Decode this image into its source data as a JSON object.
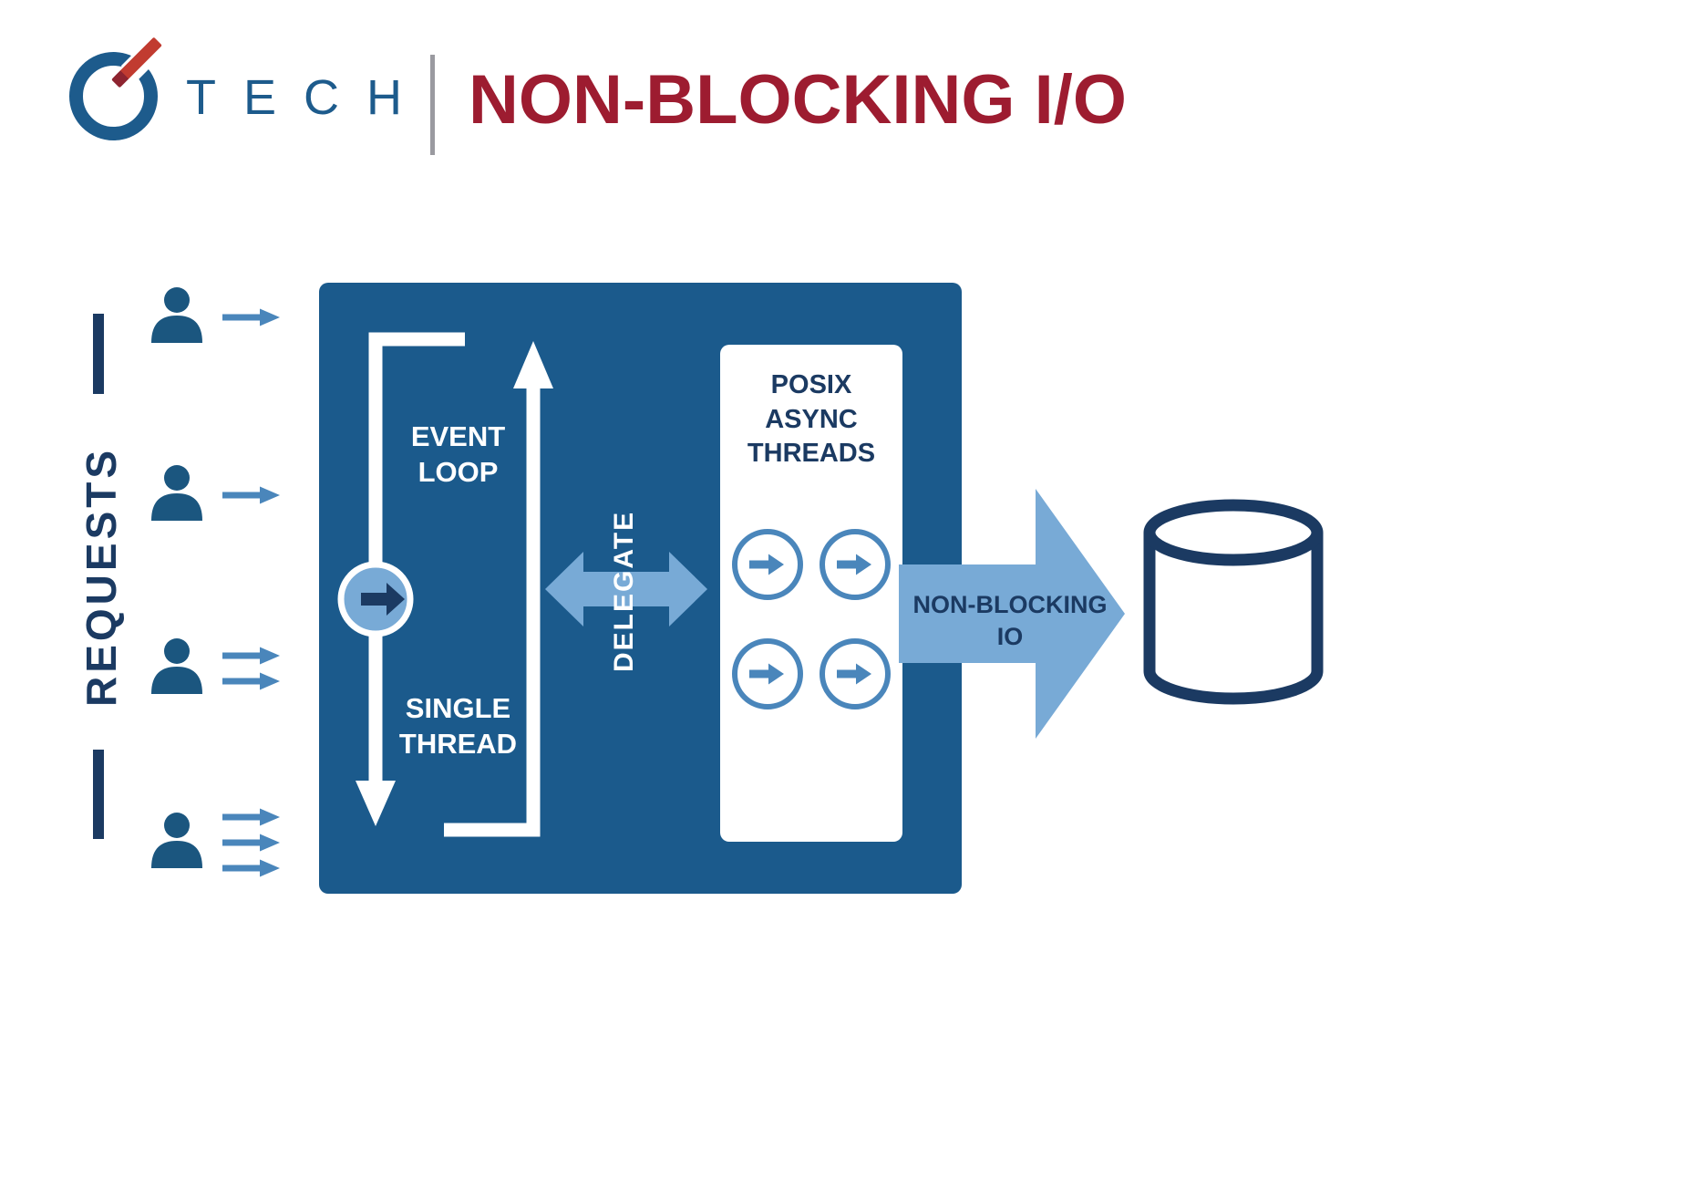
{
  "colors": {
    "navy": "#1B3A62",
    "box_blue": "#1B5A8C",
    "light_blue": "#78AAD6",
    "mid_blue": "#4A86BB",
    "title_red": "#9D1C30",
    "logo_blue": "#1D5B8C",
    "person_blue": "#1B567F",
    "pen_red": "#C13B30"
  },
  "header": {
    "logo_text": "TECH",
    "title": "NON-BLOCKING I/O"
  },
  "left_panel": {
    "label": "REQUESTS",
    "request_rows": [
      {
        "arrows": 1
      },
      {
        "arrows": 1
      },
      {
        "arrows": 2
      },
      {
        "arrows": 3
      }
    ]
  },
  "main_box": {
    "event_loop_label": "EVENT\nLOOP",
    "single_thread_label": "SINGLE\nTHREAD",
    "delegate_label": "DELEGATE",
    "posix_label": "POSIX\nASYNC\nTHREADS",
    "thread_circle_count": 4
  },
  "output": {
    "arrow_label": "NON-BLOCKING\nIO",
    "database_icon": "database-cylinder"
  }
}
